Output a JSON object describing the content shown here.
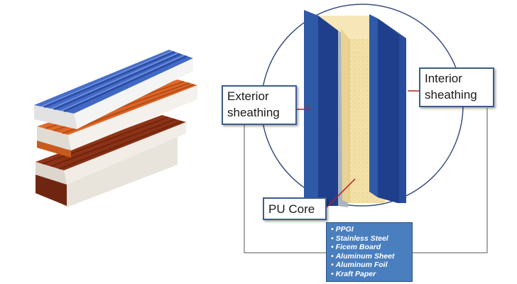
{
  "labels": {
    "exterior_line1": "Exterior",
    "exterior_line2": "sheathing",
    "interior_line1": "Interior",
    "interior_line2": "sheathing",
    "core": "PU Core"
  },
  "materials": [
    "PPGI",
    "Stainless Steel",
    "Ficem Board",
    "Aluminum Sheet",
    "Aluminum Foil",
    "Kraft Paper"
  ],
  "colors": {
    "panel_blue": "#1f3f8c",
    "panel_blue_side": "#2e5aa8",
    "core_fill": "#f3e0a6",
    "steel_gray": "#a9b4bf",
    "outline_navy": "#2b3f73",
    "box_blue": "#4a7fbf",
    "roof_blue": "#3f67c9",
    "roof_orange": "#e0641e",
    "roof_brown": "#8a2f14"
  }
}
